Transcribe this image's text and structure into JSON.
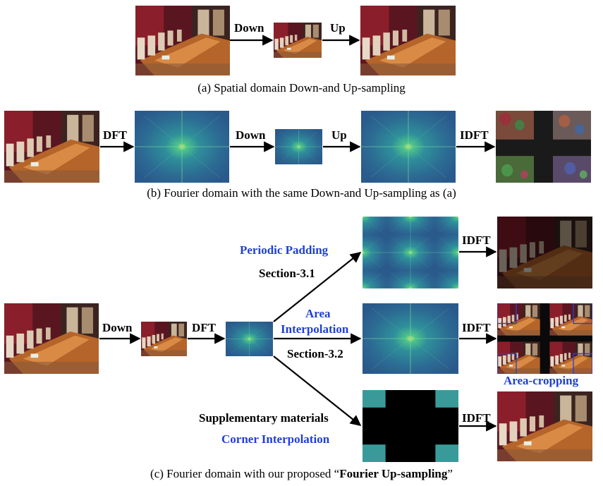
{
  "colors": {
    "accent_blue": "#1f3fd6",
    "arrow": "#000000",
    "crop_box": "#2a3fd0"
  },
  "row_a": {
    "label_down": "Down",
    "label_up": "Up",
    "caption": "(a) Spatial domain Down-and Up-sampling",
    "images": [
      "photo-room",
      "photo-room-small",
      "photo-room-upsampled"
    ]
  },
  "row_b": {
    "label_dft": "DFT",
    "label_down": "Down",
    "label_up": "Up",
    "label_idft": "IDFT",
    "caption": "(b) Fourier domain with the same Down-and Up-sampling as (a)",
    "images": [
      "photo-room",
      "spectrum",
      "spectrum-small",
      "spectrum-upsampled",
      "aliased-noise-image"
    ]
  },
  "row_c": {
    "label_down": "Down",
    "label_dft": "DFT",
    "branches": [
      {
        "method": "Periodic Padding",
        "section": "Section-3.1",
        "idft": "IDFT"
      },
      {
        "method_line1": "Area",
        "method_line2": "Interpolation",
        "section": "Section-3.2",
        "idft": "IDFT",
        "note": "Area-cropping"
      },
      {
        "section": "Supplementary materials",
        "method": "Corner Interpolation",
        "idft": "IDFT"
      }
    ],
    "caption_prefix": "(c) Fourier domain with our proposed “",
    "caption_bold": "Fourier Up-sampling",
    "caption_suffix": "”"
  }
}
